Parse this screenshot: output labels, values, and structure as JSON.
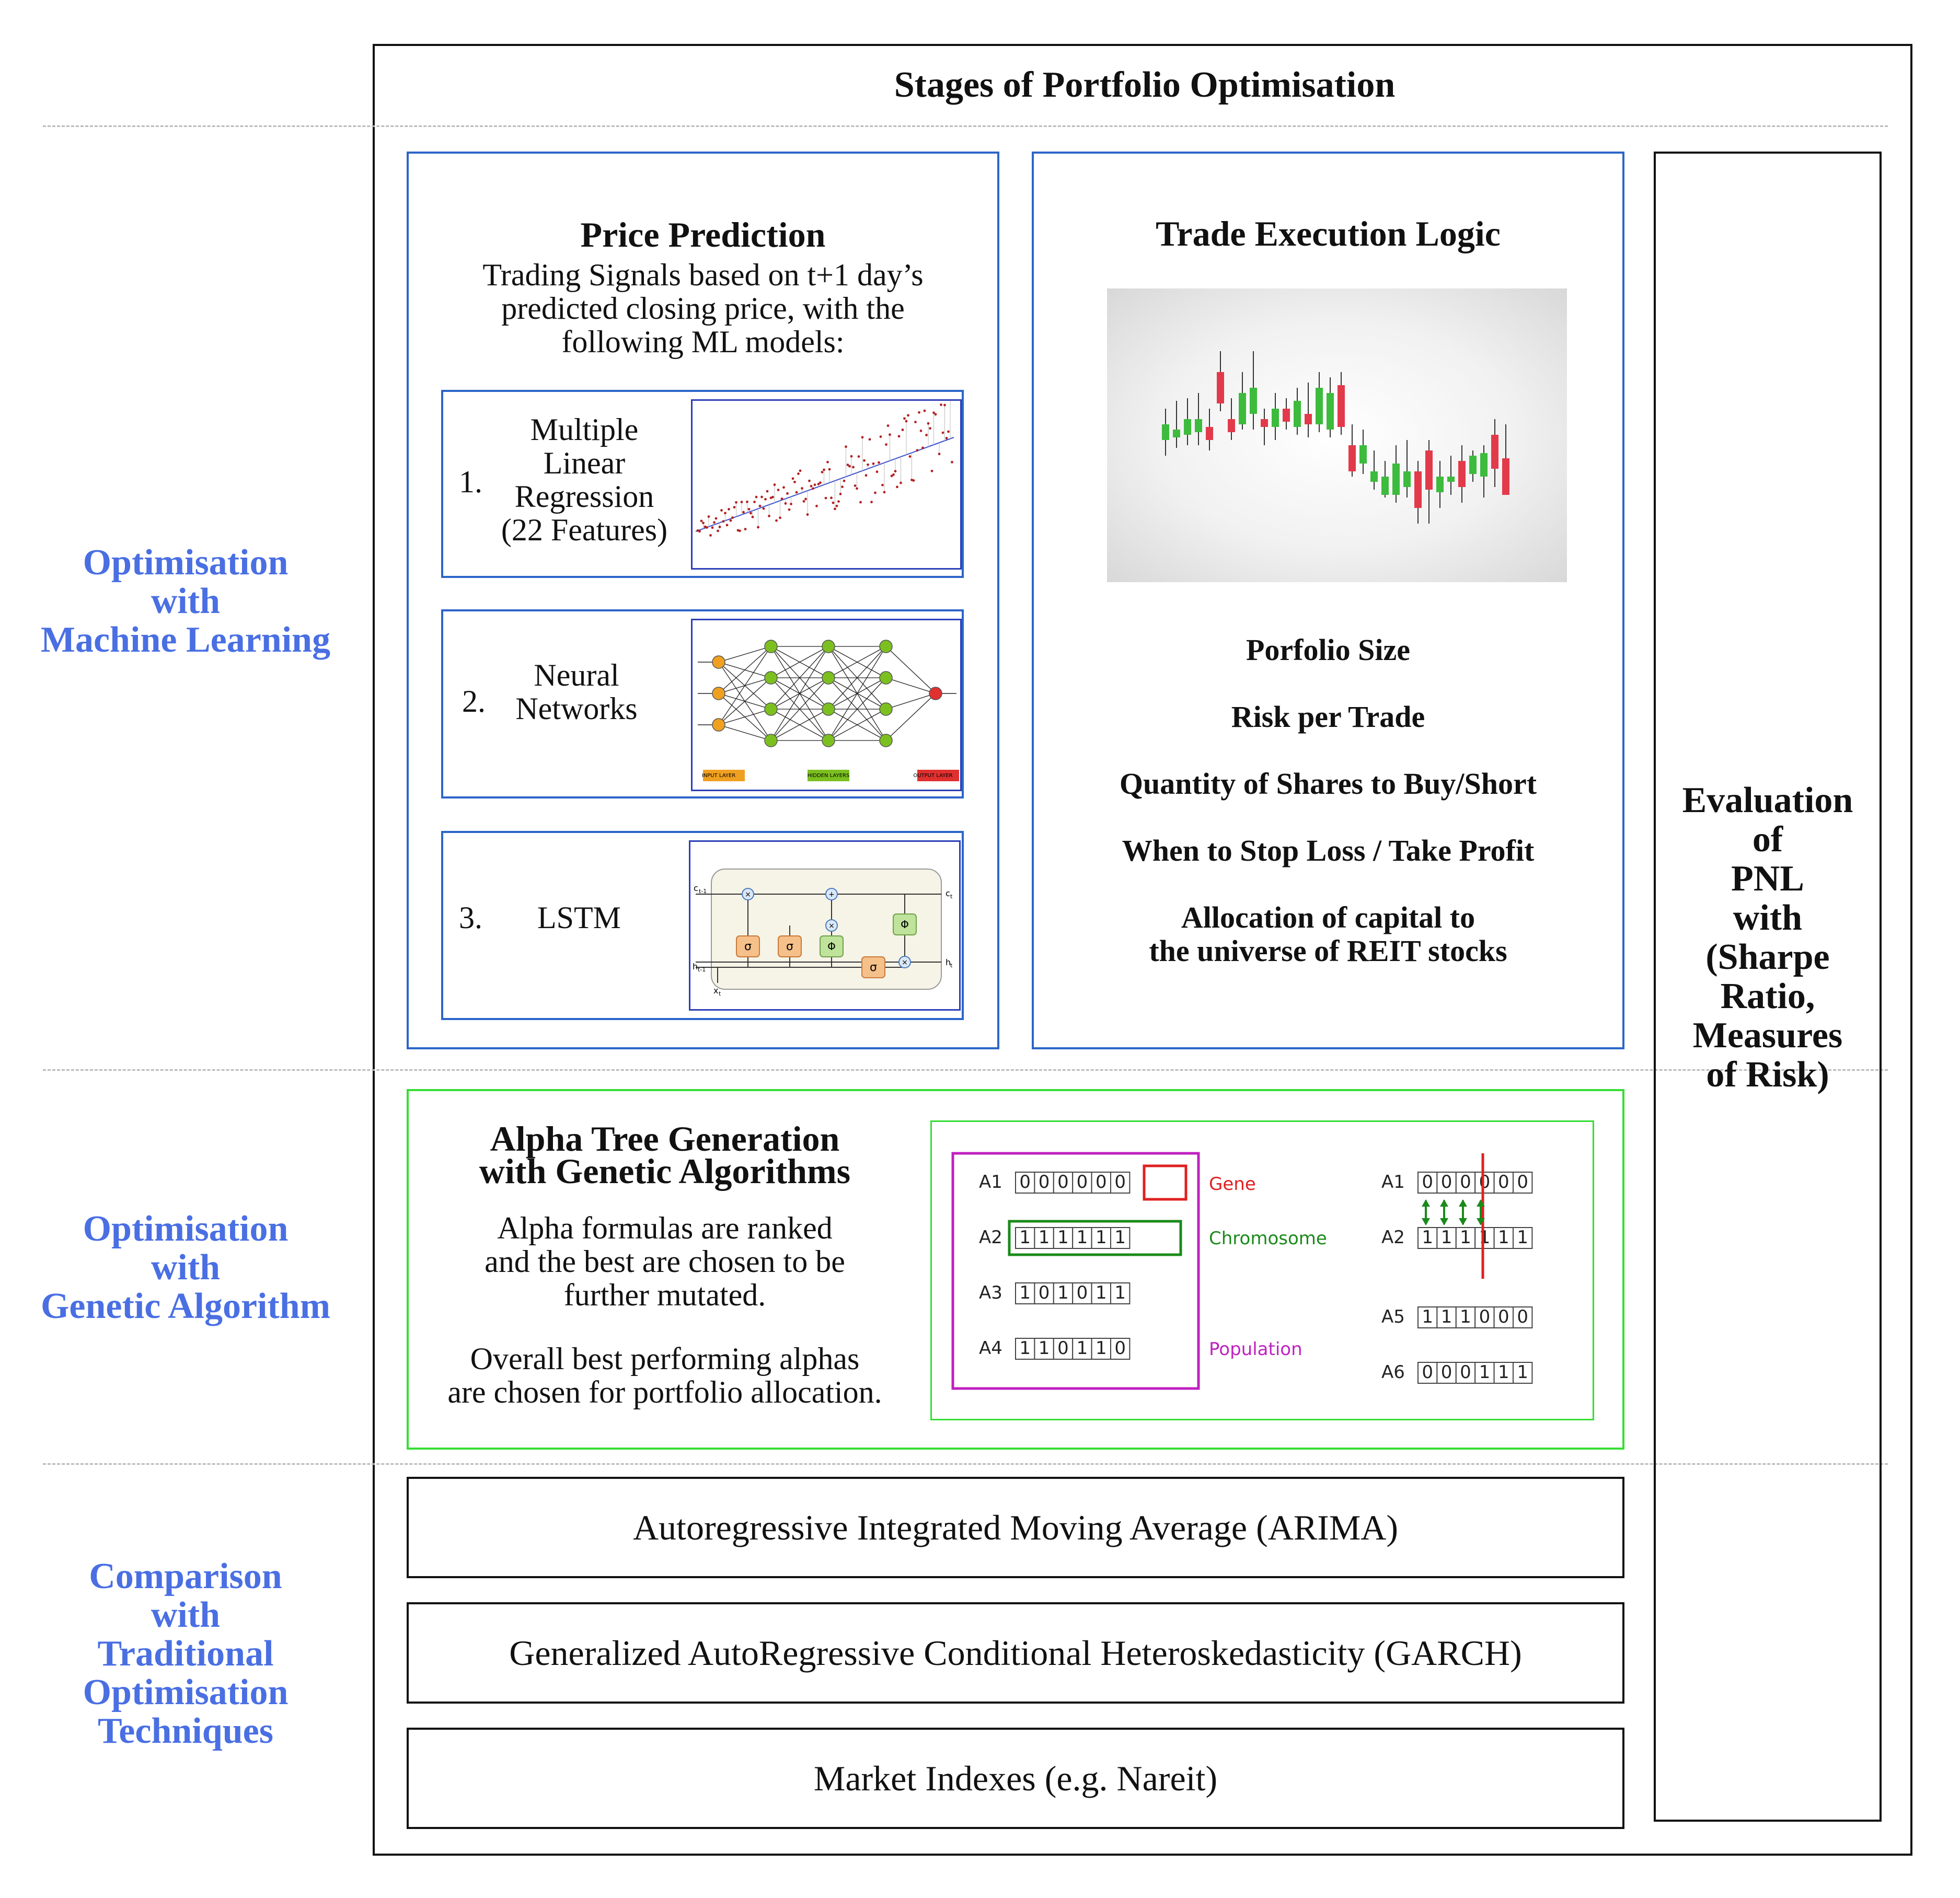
{
  "title": "Stages of Portfolio Optimisation",
  "side_labels": {
    "ml": [
      "Optimisation",
      "with",
      "Machine Learning"
    ],
    "ga": [
      "Optimisation",
      "with",
      "Genetic Algorithm"
    ],
    "trad": [
      "Comparison",
      "with",
      "Traditional",
      "Optimisation",
      "Techniques"
    ]
  },
  "price_prediction": {
    "title": "Price Prediction",
    "desc": [
      "Trading Signals based on t+1 day’s",
      "predicted closing price, with the",
      "following ML models:"
    ],
    "models": [
      {
        "num": "1.",
        "label": [
          "Multiple",
          "Linear",
          "Regression",
          "(22 Features)"
        ]
      },
      {
        "num": "2.",
        "label": [
          "Neural",
          "Networks"
        ]
      },
      {
        "num": "3.",
        "label": [
          "LSTM"
        ]
      }
    ],
    "nn_layer_labels": [
      "INPUT LAYER",
      "HIDDEN LAYERS",
      "OUTPUT LAYER"
    ],
    "lstm_labels": {
      "c_in": "c",
      "c_in_sub": "t-1",
      "c_out": "c",
      "c_out_sub": "t",
      "h_in": "h",
      "h_in_sub": "t-1",
      "h_out": "h",
      "h_out_sub": "t",
      "x": "x",
      "x_sub": "t",
      "sigma": "σ",
      "phi": "Φ"
    }
  },
  "trade_execution": {
    "title": "Trade Execution Logic",
    "items": [
      "Porfolio Size",
      "Risk per Trade",
      "Quantity of Shares to Buy/Short",
      "When to Stop Loss / Take Profit",
      "Allocation of capital to",
      "the universe of REIT stocks"
    ]
  },
  "evaluation": [
    "Evaluation",
    "of",
    "PNL",
    "with",
    "(Sharpe",
    "Ratio,",
    "Measures",
    "of Risk)"
  ],
  "alpha_tree": {
    "title": [
      "Alpha Tree Generation",
      "with Genetic Algorithms"
    ],
    "desc1": [
      "Alpha formulas are ranked",
      "and the best are chosen to be",
      "further mutated."
    ],
    "desc2": [
      "Overall best performing alphas",
      "are chosen for portfolio allocation."
    ]
  },
  "ga_diagram": {
    "left_rows": [
      {
        "name": "A1",
        "bits": [
          "0",
          "0",
          "0",
          "0",
          "0",
          "0"
        ]
      },
      {
        "name": "A2",
        "bits": [
          "1",
          "1",
          "1",
          "1",
          "1",
          "1"
        ]
      },
      {
        "name": "A3",
        "bits": [
          "1",
          "0",
          "1",
          "0",
          "1",
          "1"
        ]
      },
      {
        "name": "A4",
        "bits": [
          "1",
          "1",
          "0",
          "1",
          "1",
          "0"
        ]
      }
    ],
    "labels": {
      "gene": "Gene",
      "chromosome": "Chromosome",
      "population": "Population"
    },
    "right_rows": [
      {
        "name": "A1",
        "bits": [
          "0",
          "0",
          "0",
          "0",
          "0",
          "0"
        ]
      },
      {
        "name": "A2",
        "bits": [
          "1",
          "1",
          "1",
          "1",
          "1",
          "1"
        ]
      },
      {
        "name": "A5",
        "bits": [
          "1",
          "1",
          "1",
          "0",
          "0",
          "0"
        ]
      },
      {
        "name": "A6",
        "bits": [
          "0",
          "0",
          "0",
          "1",
          "1",
          "1"
        ]
      }
    ],
    "colors": {
      "gene": "#e02020",
      "chromosome": "#1a8a1a",
      "population": "#c020c0"
    }
  },
  "traditional": [
    "Autoregressive Integrated Moving Average (ARIMA)",
    "Generalized AutoRegressive Conditional Heteroskedasticity (GARCH)",
    "Market Indexes (e.g. Nareit)"
  ],
  "colors": {
    "side_label": "#4a6fe3",
    "ml_border": "#2c66c9",
    "ga_border": "#37dd37",
    "candle_up": "#3dbb3d",
    "candle_down": "#e23a4a"
  }
}
